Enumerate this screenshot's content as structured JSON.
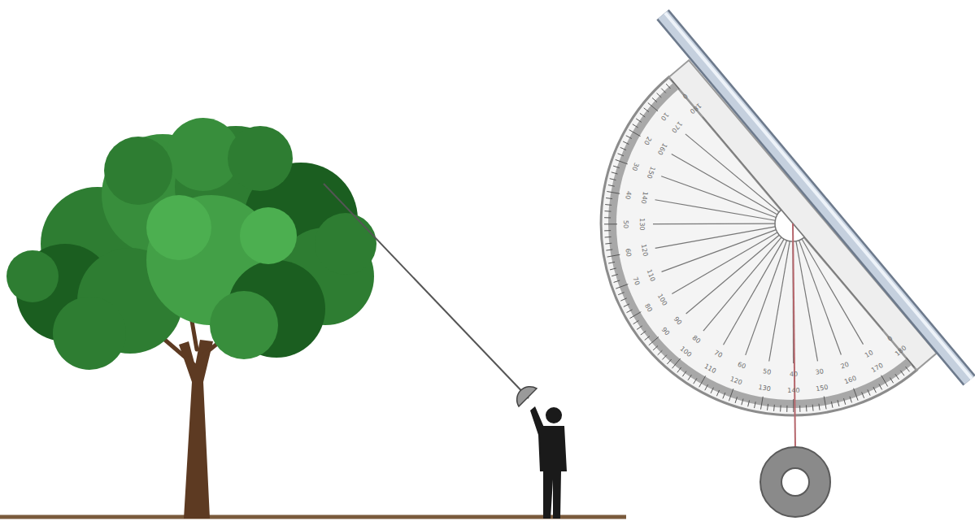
{
  "diagram": {
    "labels": [
      "0",
      "10",
      "20",
      "30",
      "40",
      "50",
      "60",
      "70",
      "80",
      "90",
      "100",
      "110",
      "120",
      "130",
      "140",
      "150",
      "160",
      "170",
      "180",
      "180",
      "170",
      "160",
      "150",
      "140",
      "130",
      "120",
      "110",
      "100",
      "90",
      "80",
      "70",
      "60",
      "50",
      "40",
      "30",
      "20",
      "10",
      "0"
    ]
  }
}
